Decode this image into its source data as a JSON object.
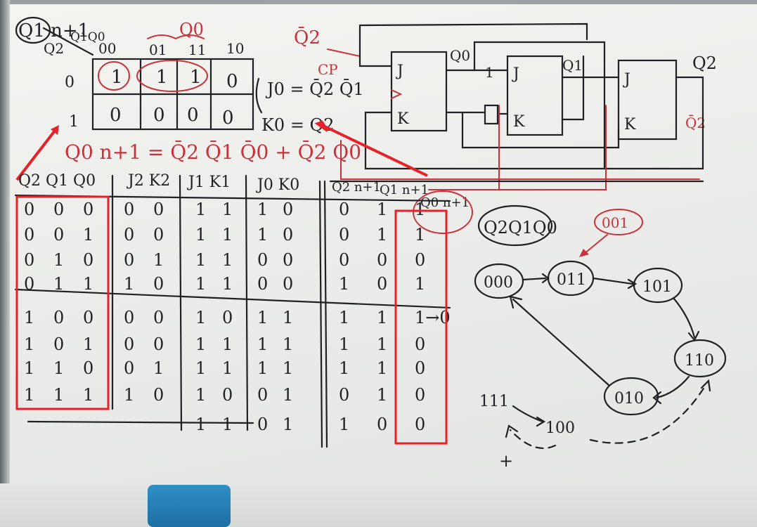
{
  "kmap": {
    "title": "Q1 n+1",
    "row_var": "Q2",
    "col_var": "Q1Q0",
    "col_group": "Q0",
    "col_headers": [
      "00",
      "01",
      "11",
      "10"
    ],
    "row_headers": [
      "0",
      "1"
    ],
    "cells": [
      [
        "1",
        "1",
        "1",
        "0"
      ],
      [
        "0",
        "0",
        "0",
        "0"
      ]
    ]
  },
  "equations": {
    "j0": "J0 = Q̄2 Q̄1",
    "k0": "K0 = Q2",
    "q0_next": "Q0 n+1 = Q̄2 Q̄1 Q̄0 + Q̄2 Q0"
  },
  "circuit": {
    "q2_bar_label": "Q̄2",
    "cp_label": "CP",
    "ff0": {
      "j": "J",
      "k": "K",
      "q": "Q0"
    },
    "ff1": {
      "j": "J",
      "k": "K",
      "q": "Q1",
      "j_input": "1"
    },
    "ff2": {
      "j": "J",
      "k": "K",
      "q": "Q2",
      "qbar": "Q̄2"
    }
  },
  "table": {
    "headers": [
      "Q2 Q1 Q0",
      "J2 K2",
      "J1 K1",
      "J0 K0",
      "Q2 n+1",
      "Q1 n+1",
      "Q0 n+1"
    ],
    "rows": [
      {
        "state": [
          "0",
          "0",
          "0"
        ],
        "j2k2": [
          "0",
          "0"
        ],
        "j1k1": [
          "1",
          "1"
        ],
        "j0k0": [
          "1",
          "0"
        ],
        "next": [
          "0",
          "1",
          "1"
        ]
      },
      {
        "state": [
          "0",
          "0",
          "1"
        ],
        "j2k2": [
          "0",
          "0"
        ],
        "j1k1": [
          "1",
          "1"
        ],
        "j0k0": [
          "1",
          "0"
        ],
        "next": [
          "0",
          "1",
          "1"
        ]
      },
      {
        "state": [
          "0",
          "1",
          "0"
        ],
        "j2k2": [
          "0",
          "1"
        ],
        "j1k1": [
          "1",
          "1"
        ],
        "j0k0": [
          "0",
          "0"
        ],
        "next": [
          "0",
          "0",
          "0"
        ]
      },
      {
        "state": [
          "0",
          "1",
          "1"
        ],
        "j2k2": [
          "1",
          "0"
        ],
        "j1k1": [
          "1",
          "1"
        ],
        "j0k0": [
          "0",
          "0"
        ],
        "next": [
          "1",
          "0",
          "1"
        ]
      },
      {
        "state": [
          "1",
          "0",
          "0"
        ],
        "j2k2": [
          "0",
          "0"
        ],
        "j1k1": [
          "1",
          "0"
        ],
        "j0k0": [
          "1",
          "1"
        ],
        "next": [
          "1",
          "1",
          "1→0"
        ]
      },
      {
        "state": [
          "1",
          "0",
          "1"
        ],
        "j2k2": [
          "0",
          "0"
        ],
        "j1k1": [
          "1",
          "1"
        ],
        "j0k0": [
          "1",
          "1"
        ],
        "next": [
          "1",
          "1",
          "0"
        ]
      },
      {
        "state": [
          "1",
          "1",
          "0"
        ],
        "j2k2": [
          "0",
          "1"
        ],
        "j1k1": [
          "1",
          "1"
        ],
        "j0k0": [
          "1",
          "1"
        ],
        "next": [
          "1",
          "1",
          "0"
        ]
      },
      {
        "state": [
          "1",
          "1",
          "1"
        ],
        "j2k2": [
          "1",
          "0"
        ],
        "j1k1": [
          "1",
          "0"
        ],
        "j0k0": [
          "0",
          "1"
        ],
        "next": [
          "0",
          "1",
          "0"
        ]
      }
    ],
    "extra_row": {
      "j1k1": [
        "1",
        "1"
      ],
      "j0k0": [
        "0",
        "1"
      ],
      "next": [
        "1",
        "0",
        "0"
      ]
    }
  },
  "state_diagram": {
    "label": "Q2Q1Q0",
    "start_state": "001",
    "states": [
      "000",
      "011",
      "101",
      "110",
      "010"
    ],
    "unused": [
      "111",
      "100"
    ]
  }
}
